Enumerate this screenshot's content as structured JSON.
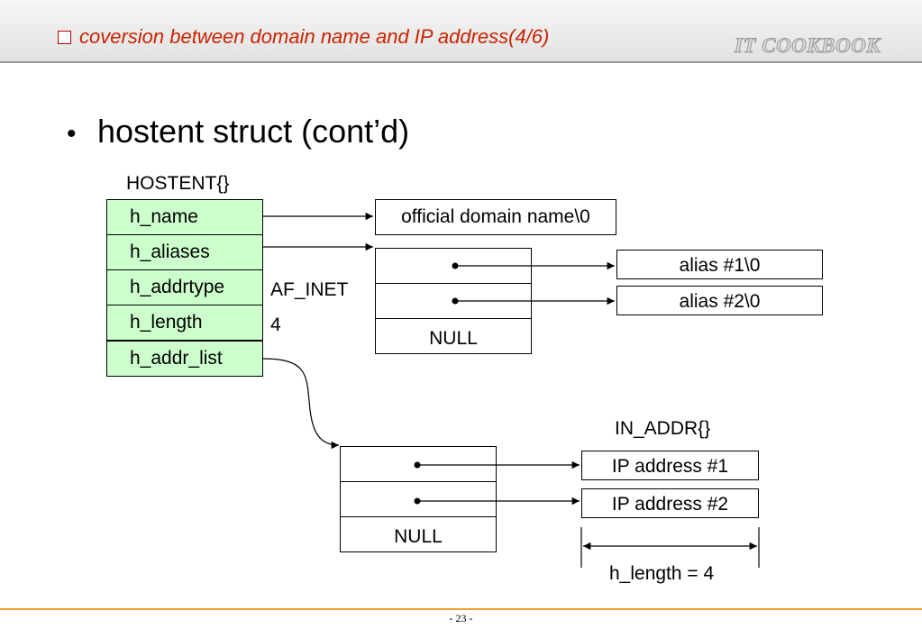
{
  "header": {
    "title": "coversion between domain name and IP address(4/6)",
    "logo": "IT COOKBOOK"
  },
  "heading": "hostent struct (cont’d)",
  "hostent": {
    "label": "HOSTENT{}",
    "fields": [
      "h_name",
      "h_aliases",
      "h_addrtype",
      "h_length",
      "h_addr_list"
    ],
    "addrtype_value": "AF_INET",
    "length_value": "4"
  },
  "official_name": "official domain name\\0",
  "aliases": {
    "pointer_null": "NULL",
    "entries": [
      "alias #1\\0",
      "alias #2\\0"
    ]
  },
  "addr_list": {
    "pointer_null": "NULL"
  },
  "in_addr": {
    "label": "IN_ADDR{}",
    "entries": [
      "IP address #1",
      "IP address #2"
    ],
    "dimension_label": "h_length = 4"
  },
  "footer": {
    "page": "- 23 -"
  },
  "colors": {
    "title": "#cc2200",
    "field_fill": "#ccffcc",
    "footer_line": "#f0a030"
  }
}
